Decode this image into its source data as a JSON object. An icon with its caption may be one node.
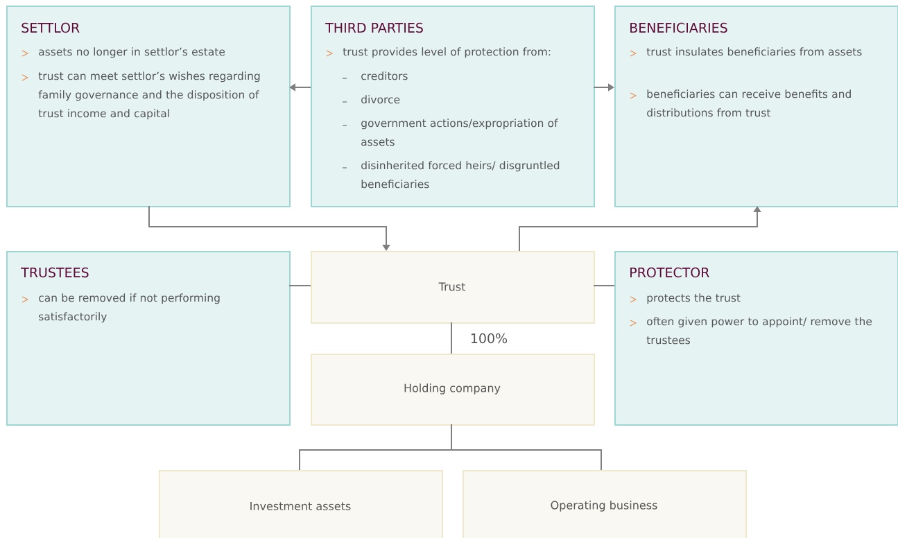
{
  "diagram": {
    "nodes": [
      {
        "text": [
          "SETTLOR",
          "assets no longer in settlor’s estate",
          "trust can meet settlor’s wishes regarding family governance and the disposition of trust income and capital"
        ]
      },
      {
        "text": [
          "THIRD PARTIES",
          "trust provides level of protection from:",
          "creditors",
          "divorce",
          "government actions/expropriation of assets",
          "disinherited forced heirs/ disgruntled beneficiaries"
        ]
      },
      {
        "text": [
          "BENEFICIARIES",
          "trust insulates beneficiaries from assets",
          "beneficiaries can receive benefits and distributions from trust"
        ]
      },
      {
        "text": [
          "TRUSTEES",
          "can be removed if not performing satisfactorily"
        ]
      },
      {
        "text": [
          "Trust"
        ]
      },
      {
        "text": [
          "PROTECTOR",
          "protects the trust",
          "often given power to appoint/ remove the trustees"
        ]
      },
      {
        "text": [
          "Holding company"
        ]
      },
      {
        "text": [
          "Investment assets"
        ]
      },
      {
        "text": [
          "Operating business"
        ]
      }
    ],
    "edges": [
      {
        "from": 1,
        "to": 0,
        "arrow": "to"
      },
      {
        "from": 1,
        "to": 2,
        "arrow": "to"
      },
      {
        "from": 0,
        "to": 4,
        "arrow": "to"
      },
      {
        "from": 4,
        "to": 2,
        "arrow": "to"
      },
      {
        "from": 3,
        "to": 4,
        "arrow": "none"
      },
      {
        "from": 4,
        "to": 5,
        "arrow": "none"
      },
      {
        "from": 4,
        "to": 6,
        "arrow": "none",
        "label": "100%"
      },
      {
        "from": 6,
        "to": 7,
        "arrow": "none"
      },
      {
        "from": 6,
        "to": 8,
        "arrow": "none"
      }
    ]
  }
}
